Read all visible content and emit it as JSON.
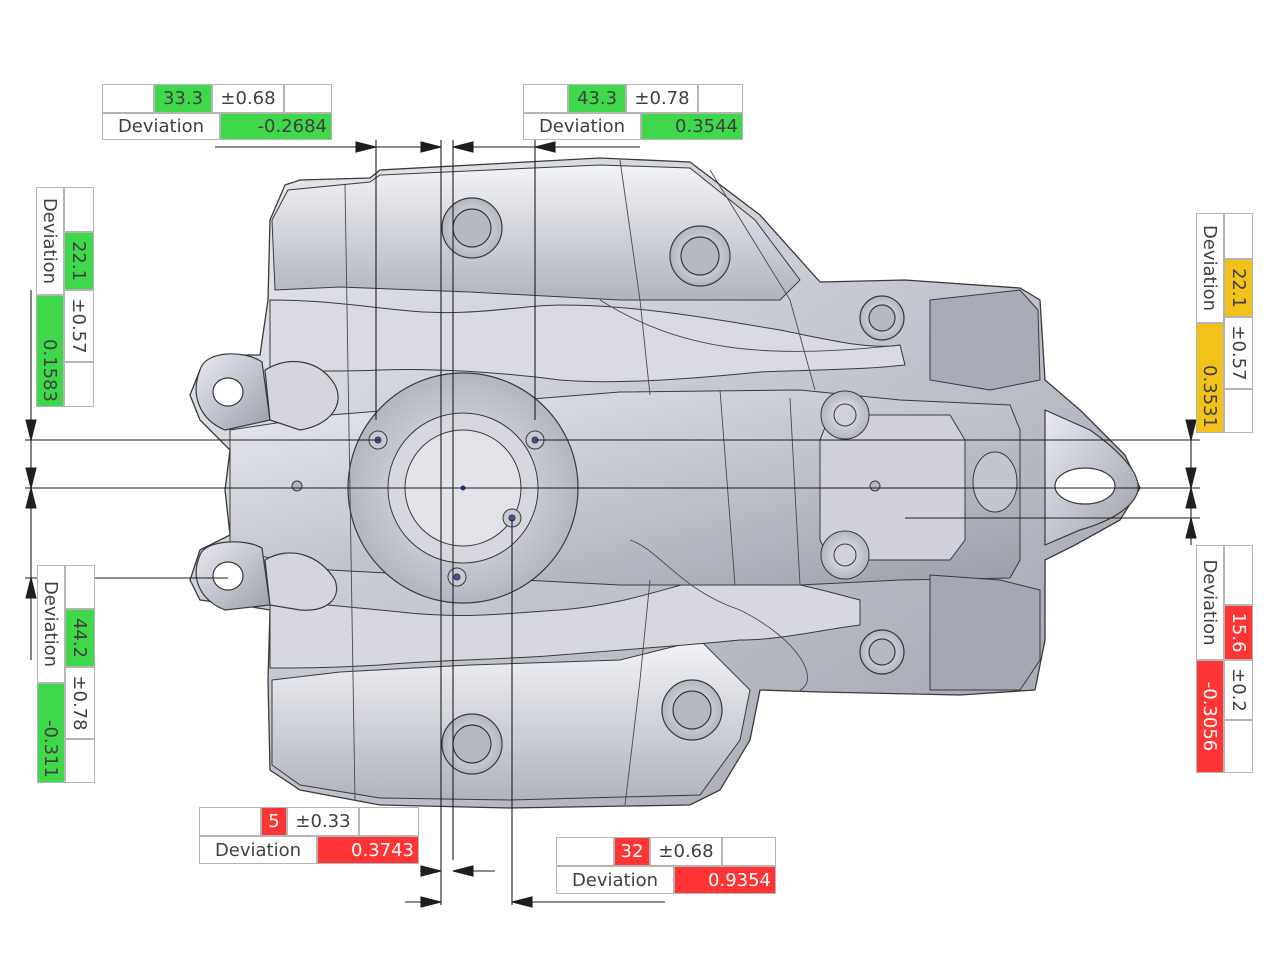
{
  "colors": {
    "pass": "#3fd84a",
    "fail": "#ff3535",
    "warn": "#f2c21a",
    "part": "#c8cad3",
    "line": "#202020"
  },
  "callouts": [
    {
      "id": "top-left",
      "nominal": "33.3",
      "tolerance": "±0.68",
      "deviation_label": "Deviation",
      "deviation": "-0.2684",
      "status": "pass"
    },
    {
      "id": "top-right",
      "nominal": "43.3",
      "tolerance": "±0.78",
      "deviation_label": "Deviation",
      "deviation": "0.3544",
      "status": "pass"
    },
    {
      "id": "left-upper",
      "nominal": "22.1",
      "tolerance": "±0.57",
      "deviation_label": "Deviation",
      "deviation": "0.1583",
      "status": "pass"
    },
    {
      "id": "left-lower",
      "nominal": "44.2",
      "tolerance": "±0.78",
      "deviation_label": "Deviation",
      "deviation": "-0.311",
      "status": "pass"
    },
    {
      "id": "right-upper",
      "nominal": "22.1",
      "tolerance": "±0.57",
      "deviation_label": "Deviation",
      "deviation": "0.3531",
      "status": "warn"
    },
    {
      "id": "right-lower",
      "nominal": "15.6",
      "tolerance": "±0.2",
      "deviation_label": "Deviation",
      "deviation": "-0.3056",
      "status": "fail"
    },
    {
      "id": "bottom-left",
      "nominal": "5",
      "tolerance": "±0.33",
      "deviation_label": "Deviation",
      "deviation": "0.3743",
      "status": "fail"
    },
    {
      "id": "bottom-right",
      "nominal": "32",
      "tolerance": "±0.68",
      "deviation_label": "Deviation",
      "deviation": "0.9354",
      "status": "fail"
    }
  ]
}
